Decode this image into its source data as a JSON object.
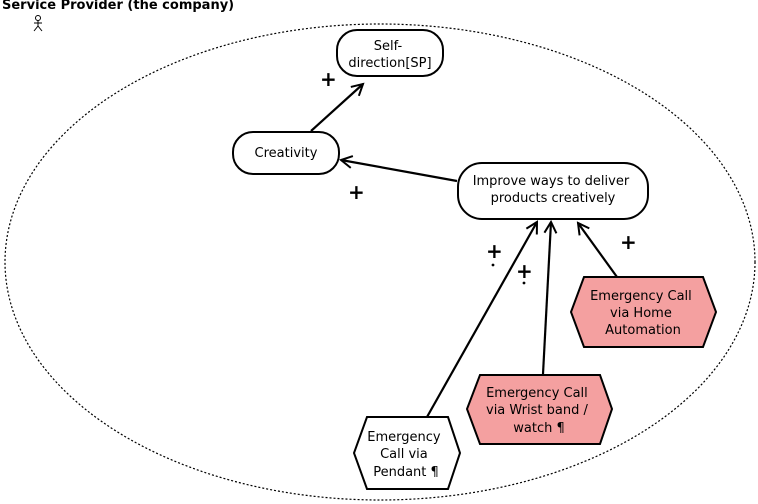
{
  "actor": {
    "name": "Service Provider (the company)",
    "icon": "stick-figure-icon"
  },
  "nodes": {
    "self_direction": {
      "lines": [
        "Self-",
        "direction[SP]"
      ],
      "shape": "softgoal-rounded"
    },
    "creativity": {
      "lines": [
        "Creativity"
      ],
      "shape": "softgoal-rounded"
    },
    "improve": {
      "lines": [
        "Improve ways to deliver",
        "products creatively"
      ],
      "shape": "softgoal-rounded"
    },
    "home_automation": {
      "lines": [
        "Emergency Call",
        "via Home",
        "Automation"
      ],
      "shape": "task-hexagon",
      "fill": "#f4a0a0"
    },
    "wrist_band": {
      "lines": [
        "Emergency Call",
        "via Wrist band /",
        "watch ¶"
      ],
      "shape": "task-hexagon",
      "fill": "#f4a0a0"
    },
    "pendant": {
      "lines": [
        "Emergency",
        "Call via",
        "Pendant ¶"
      ],
      "shape": "task-hexagon",
      "fill": "#ffffff"
    }
  },
  "links": [
    {
      "from": "creativity",
      "to": "self_direction",
      "label": "+"
    },
    {
      "from": "improve",
      "to": "creativity",
      "label": "+"
    },
    {
      "from": "pendant",
      "to": "improve",
      "label": "+"
    },
    {
      "from": "wrist_band",
      "to": "improve",
      "label": "+"
    },
    {
      "from": "home_automation",
      "to": "improve",
      "label": "+"
    }
  ],
  "colors": {
    "stroke": "#000000",
    "task_highlight": "#f4a0a0",
    "background": "#ffffff"
  }
}
